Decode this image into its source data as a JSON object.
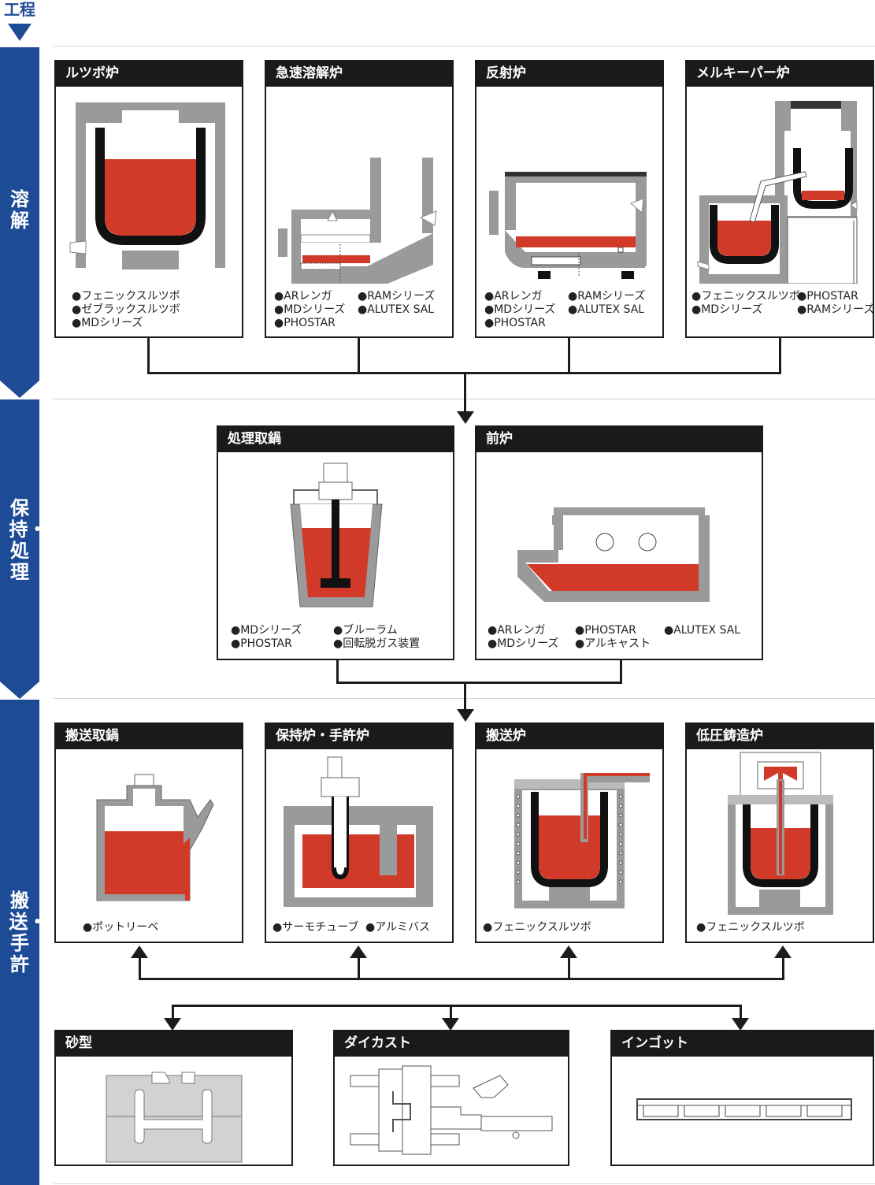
{
  "header": {
    "title": "工程"
  },
  "stages": [
    {
      "label": "溶解"
    },
    {
      "label": "保持・処理"
    },
    {
      "label": "搬送・手許"
    }
  ],
  "melting": {
    "cards": [
      {
        "title": "ルツボ炉",
        "products": [
          "●フェニックスルツボ",
          "●ゼブラックスルツボ",
          "●MDシリーズ"
        ]
      },
      {
        "title": "急速溶解炉",
        "products": [
          "●ARレンガ",
          "●MDシリーズ",
          "●PHOSTAR",
          "●RAMシリーズ",
          "●ALUTEX SAL"
        ]
      },
      {
        "title": "反射炉",
        "products": [
          "●ARレンガ",
          "●MDシリーズ",
          "●PHOSTAR",
          "●RAMシリーズ",
          "●ALUTEX SAL"
        ]
      },
      {
        "title": "メルキーパー炉",
        "products": [
          "●フェニックスルツボ",
          "●MDシリーズ",
          "●PHOSTAR",
          "●RAMシリーズ"
        ]
      }
    ]
  },
  "holding": {
    "cards": [
      {
        "title": "処理取鍋",
        "products": [
          "●MDシリーズ",
          "●PHOSTAR",
          "●ブルーラム",
          "●回転脱ガス装置"
        ]
      },
      {
        "title": "前炉",
        "products": [
          "●ARレンガ",
          "●MDシリーズ",
          "●PHOSTAR",
          "●アルキャスト",
          "●ALUTEX SAL"
        ]
      }
    ]
  },
  "transport": {
    "cards": [
      {
        "title": "搬送取鍋",
        "products": [
          "●ポットリーベ"
        ]
      },
      {
        "title": "保持炉・手許炉",
        "products": [
          "●サーモチューブ",
          "●アルミバス"
        ]
      },
      {
        "title": "搬送炉",
        "products": [
          "●フェニックスルツボ"
        ]
      },
      {
        "title": "低圧鋳造炉",
        "products": [
          "●フェニックスルツボ"
        ]
      }
    ]
  },
  "casting": {
    "cards": [
      {
        "title": "砂型"
      },
      {
        "title": "ダイカスト"
      },
      {
        "title": "インゴット"
      }
    ]
  },
  "colors": {
    "stage_band": "#1e4b96",
    "molten_metal": "#d13a28",
    "refractory": "#9a9a9a",
    "card_header": "#1a1a1a"
  }
}
